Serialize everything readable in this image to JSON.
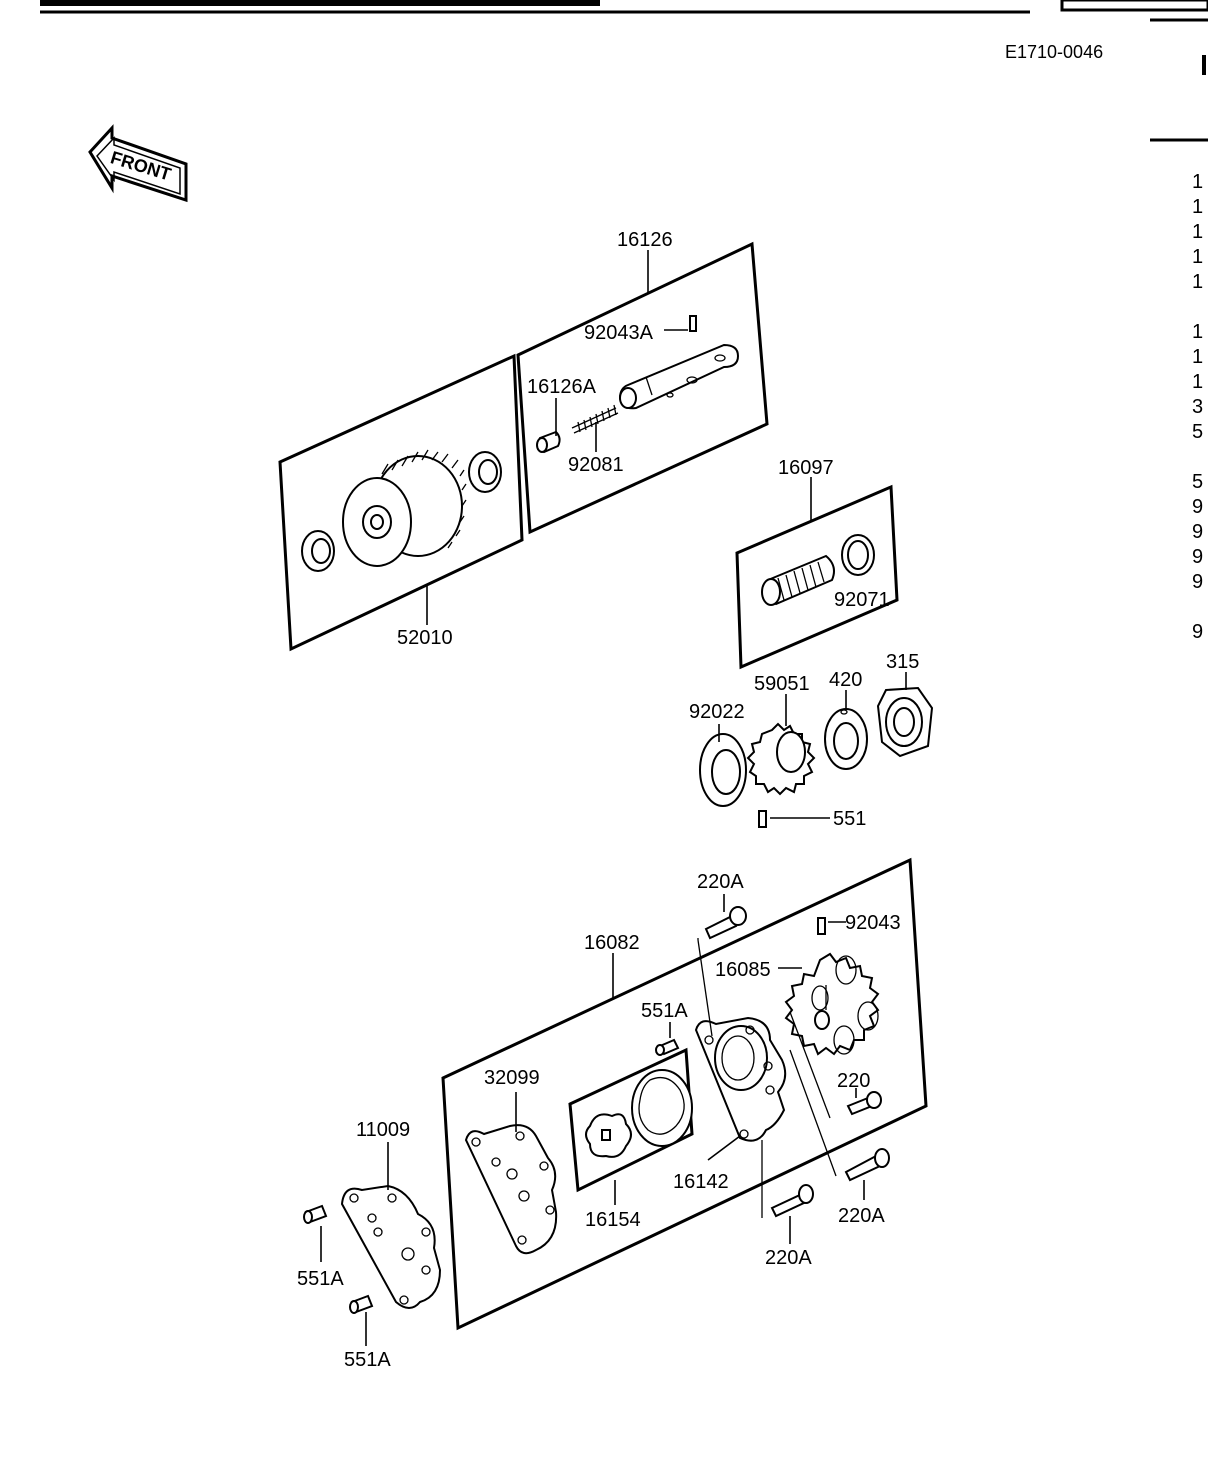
{
  "header": {
    "diagram_code": "E1710-0046"
  },
  "front_badge": "FRONT",
  "labels": {
    "p16126": "16126",
    "p92043A": "92043A",
    "p16126A": "16126A",
    "p92081": "92081",
    "p52010": "52010",
    "p16097": "16097",
    "p92071": "92071",
    "p315": "315",
    "p420": "420",
    "p59051": "59051",
    "p92022": "92022",
    "p551": "551",
    "p220A_top": "220A",
    "p92043": "92043",
    "p16082": "16082",
    "p16085": "16085",
    "p551A_mid": "551A",
    "p32099": "32099",
    "p220": "220",
    "p11009": "11009",
    "p16142": "16142",
    "p16154": "16154",
    "p220A_right": "220A",
    "p220A_bottom": "220A",
    "p551A_left": "551A",
    "p551A_bottom": "551A"
  },
  "side_column": [
    "1",
    "1",
    "1",
    "1",
    "1",
    "1",
    "1",
    "1",
    "3",
    "5",
    "5",
    "9",
    "9",
    "9",
    "9",
    "9"
  ]
}
